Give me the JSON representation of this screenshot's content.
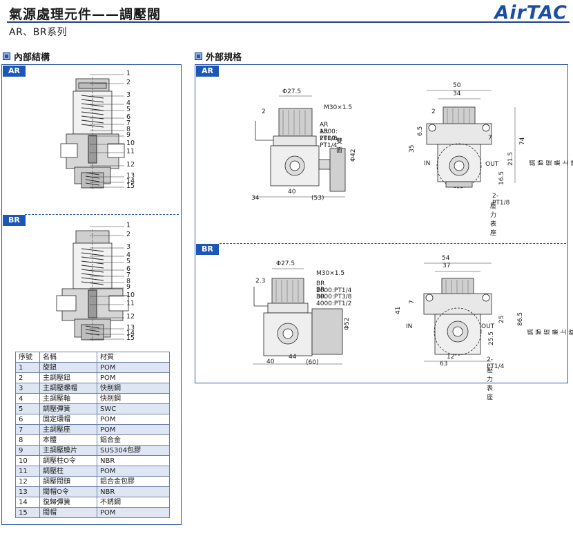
{
  "header": {
    "title": "氣源處理元件——調壓閥",
    "subtitle": "AR、BR系列",
    "logo": "AirTAC"
  },
  "sections": {
    "internal": "內部結構",
    "external": "外部規格"
  },
  "tags": {
    "ar": "AR",
    "br": "BR"
  },
  "callouts": [
    "1",
    "2",
    "3",
    "4",
    "5",
    "6",
    "7",
    "8",
    "9",
    "10",
    "11",
    "12",
    "13",
    "14",
    "15"
  ],
  "ar_dims": {
    "phi275": "Φ27.5",
    "m30": "M30×1.5",
    "two": "2",
    "ar1500": "AR 1500:  PT1/8",
    "ar2000": "AR 2000:  PT1/4",
    "shuangmian": "雙  面",
    "phi42": "Φ42",
    "d34": "34",
    "d40": "40",
    "d53": "(53)",
    "d50": "50",
    "d34b": "34",
    "d2b": "2",
    "d65": "6.5",
    "d35": "35",
    "d7": "7",
    "d74": "74",
    "d215": "21.5",
    "d165": "16.5",
    "in": "IN",
    "out": "OUT",
    "tiaojie": "調節鈕最上時",
    "pt18": "2-PT1/8",
    "gauge": "壓力表座"
  },
  "br_dims": {
    "phi275": "Φ27.5",
    "m30": "M30×1.5",
    "d23": "2.3",
    "br2000": "BR 2000:PT1/4",
    "br3000": "BR 3000:PT3/8",
    "br4000": "BR 4000:PT1/2",
    "phi52": "Φ52",
    "d40": "40",
    "d44": "44",
    "d60": "(60)",
    "d54": "54",
    "d37": "37",
    "d7": "7",
    "d41": "41",
    "d25": "25",
    "d865": "86.5",
    "d255": "25.5",
    "d12": "12",
    "d63": "63",
    "in": "IN",
    "out": "OUT",
    "tiaojie": "調節鈕最上時",
    "pt14": "2-PT1/4",
    "gauge": "壓力表座"
  },
  "parts_table": {
    "headers": [
      "序號",
      "名稱",
      "材質"
    ],
    "rows": [
      [
        "1",
        "旋鈕",
        "POM"
      ],
      [
        "2",
        "主調壓鈕",
        "POM"
      ],
      [
        "3",
        "主調壓螺帽",
        "快削鋼"
      ],
      [
        "4",
        "主調壓軸",
        "快削鋼"
      ],
      [
        "5",
        "調壓彈簧",
        "SWC"
      ],
      [
        "6",
        "固定環帽",
        "POM"
      ],
      [
        "7",
        "主調壓座",
        "POM"
      ],
      [
        "8",
        "本體",
        "鋁合金"
      ],
      [
        "9",
        "主調壓膜片",
        "SUS304包膠"
      ],
      [
        "10",
        "調壓柱O令",
        "NBR"
      ],
      [
        "11",
        "調壓柱",
        "POM"
      ],
      [
        "12",
        "調壓閥頭",
        "鋁合金包膠"
      ],
      [
        "13",
        "閥帽O令",
        "NBR"
      ],
      [
        "14",
        "復歸彈簧",
        "不銹鋼"
      ],
      [
        "15",
        "閥帽",
        "POM"
      ]
    ]
  }
}
